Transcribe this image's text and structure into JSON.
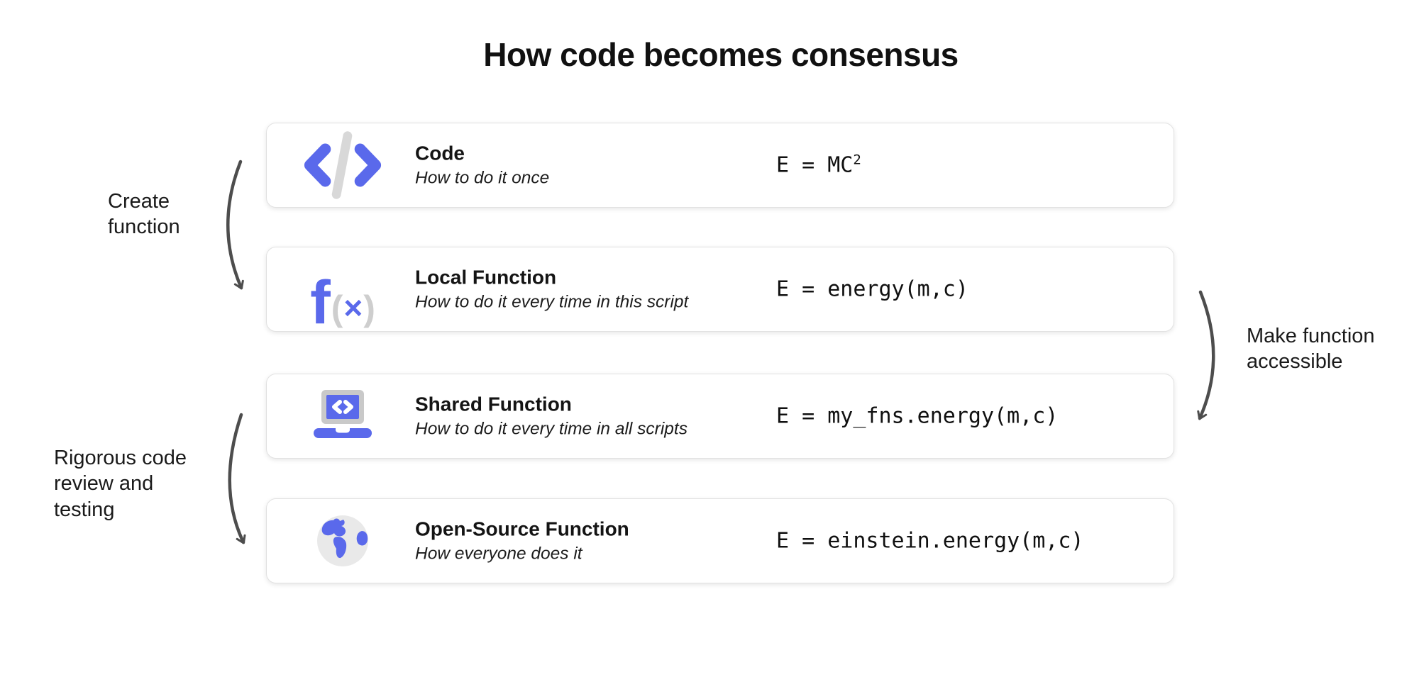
{
  "title": "How code becomes consensus",
  "colors": {
    "accent_blue": "#5A69EB",
    "icon_gray": "#D6D6D6",
    "globe_gray": "#E9E9E9",
    "arrow_gray": "#4D4D4D",
    "card_border": "#E1E1E1"
  },
  "cards": [
    {
      "icon": "code-icon",
      "name": "Code",
      "description": "How to do it once",
      "formula": "E = MC",
      "formula_sup": "2"
    },
    {
      "icon": "function-icon",
      "name": "Local Function",
      "description": "How to do it every time in this script",
      "formula": "E = energy(m,c)"
    },
    {
      "icon": "laptop-icon",
      "name": "Shared Function",
      "description": "How to do it every time in all scripts",
      "formula": "E = my_fns.energy(m,c)"
    },
    {
      "icon": "globe-icon",
      "name": "Open-Source Function",
      "description": "How everyone does it",
      "formula": "E = einstein.energy(m,c)"
    }
  ],
  "annotations": [
    {
      "label": "Create function",
      "lines": [
        "Create",
        "function"
      ]
    },
    {
      "label": "Make function accessible",
      "lines": [
        "Make function",
        "accessible"
      ]
    },
    {
      "label": "Rigorous code review and testing",
      "lines": [
        "Rigorous code",
        "review and",
        "testing"
      ]
    }
  ]
}
